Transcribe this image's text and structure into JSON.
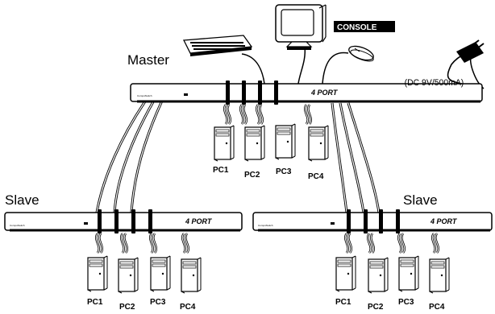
{
  "labels": {
    "master": "Master",
    "slave_left": "Slave",
    "slave_right": "Slave",
    "console": "CONSOLE",
    "power": "(DC 9V/500mA)"
  },
  "switches": {
    "master": {
      "port_label": "4 PORT"
    },
    "slave_left": {
      "port_label": "4 PORT"
    },
    "slave_right": {
      "port_label": "4 PORT"
    }
  },
  "pcs": {
    "master": [
      "PC1",
      "PC2",
      "PC3",
      "PC4"
    ],
    "slave_left": [
      "PC1",
      "PC2",
      "PC3",
      "PC4"
    ],
    "slave_right": [
      "PC1",
      "PC2",
      "PC3",
      "PC4"
    ]
  }
}
